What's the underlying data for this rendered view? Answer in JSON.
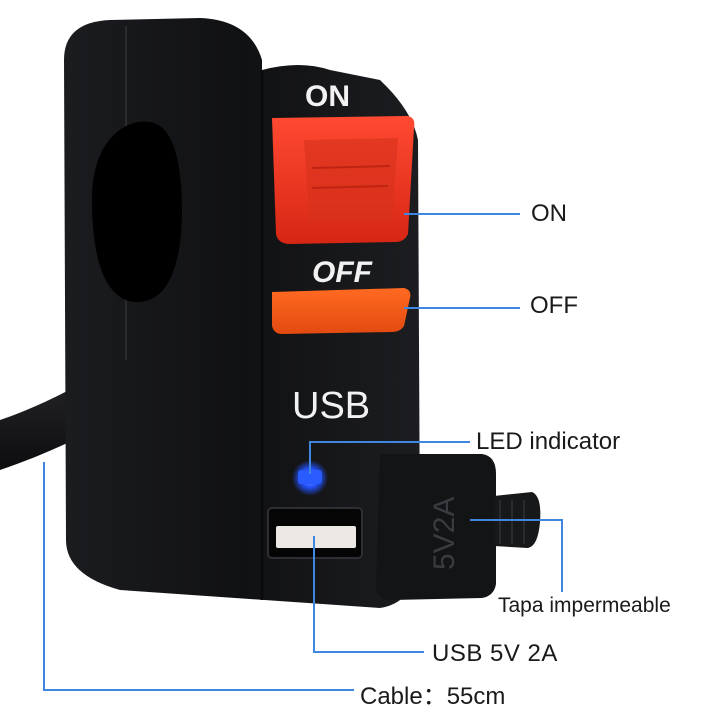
{
  "device": {
    "switch_on_text": "ON",
    "switch_off_text": "OFF",
    "usb_text": "USB",
    "cap_text": "5V2A"
  },
  "callouts": {
    "on": "ON",
    "off": "OFF",
    "led": "LED indicator",
    "cap": "Tapa impermeable",
    "usb_rating": "USB  5V 2A",
    "cable": "Cable：55cm"
  },
  "colors": {
    "body": "#111214",
    "switch_red": "#e8301e",
    "switch_orange": "#f05a18",
    "led_blue": "#1e5cff",
    "leader_line": "#3e86df"
  }
}
